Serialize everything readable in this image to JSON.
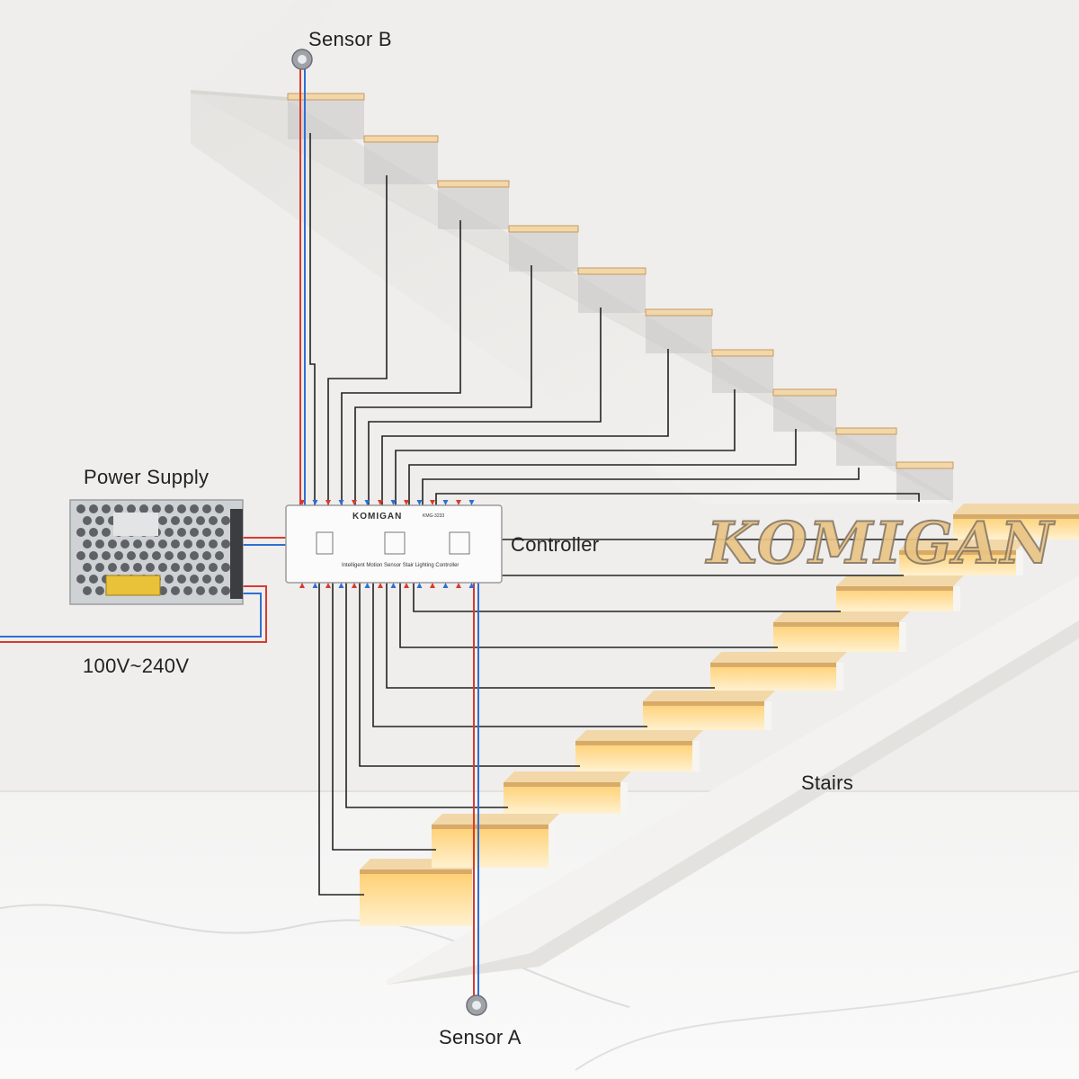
{
  "labels": {
    "sensor_b": "Sensor B",
    "sensor_a": "Sensor A",
    "power_supply": "Power Supply",
    "voltage": "100V~240V",
    "controller": "Controller",
    "stairs": "Stairs"
  },
  "watermark": "KOMIGAN",
  "controller_panel": {
    "brand": "KOMIGAN",
    "model": "KMG-3233",
    "title": "Intelligent Motion Sensor Stair Lighting Controller"
  },
  "colors": {
    "wall": "#efeeec",
    "floor": "#f7f7f7",
    "tread": "#f2d7a9",
    "tread_edge": "#c69a62",
    "wire_red": "#d93a2f",
    "wire_blue": "#2f6fd3",
    "wire_black": "#222222",
    "led_glow": "#ffd27a"
  }
}
